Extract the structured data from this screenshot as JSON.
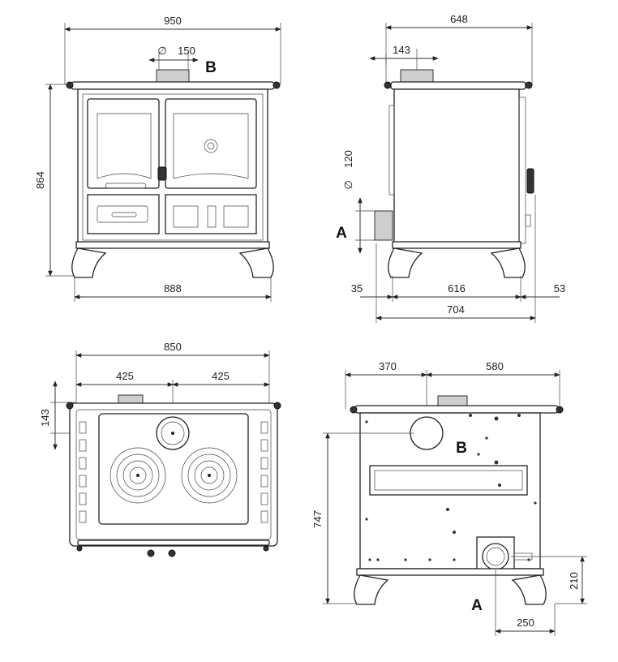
{
  "front_view": {
    "width_total": "950",
    "width_base": "888",
    "height": "864",
    "flue_diameter_symbol": "∅",
    "flue_diameter": "150",
    "outlet_label": "B"
  },
  "side_view": {
    "depth_total": "648",
    "flue_offset": "143",
    "inlet_diameter_symbol": "∅",
    "inlet_diameter": "120",
    "inlet_label": "A",
    "back_offset": "35",
    "base_depth": "616",
    "front_offset": "53",
    "depth_overall": "704"
  },
  "top_view": {
    "width": "850",
    "half_left": "425",
    "half_right": "425",
    "flue_offset": "143"
  },
  "rear_view": {
    "flue_left": "370",
    "flue_right": "580",
    "flue_height": "747",
    "outlet_label": "B",
    "inlet_label": "A",
    "inlet_height": "210",
    "inlet_offset": "250"
  }
}
